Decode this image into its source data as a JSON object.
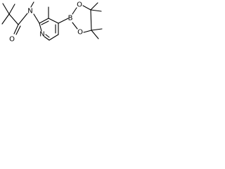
{
  "molecule": {
    "atom_labels": {
      "oxygen_carbonyl": "O",
      "nitrogen_amide": "N",
      "nitrogen_ring": "N",
      "boron": "B",
      "oxygen_ring_top": "O",
      "oxygen_ring_bottom": "O"
    }
  }
}
